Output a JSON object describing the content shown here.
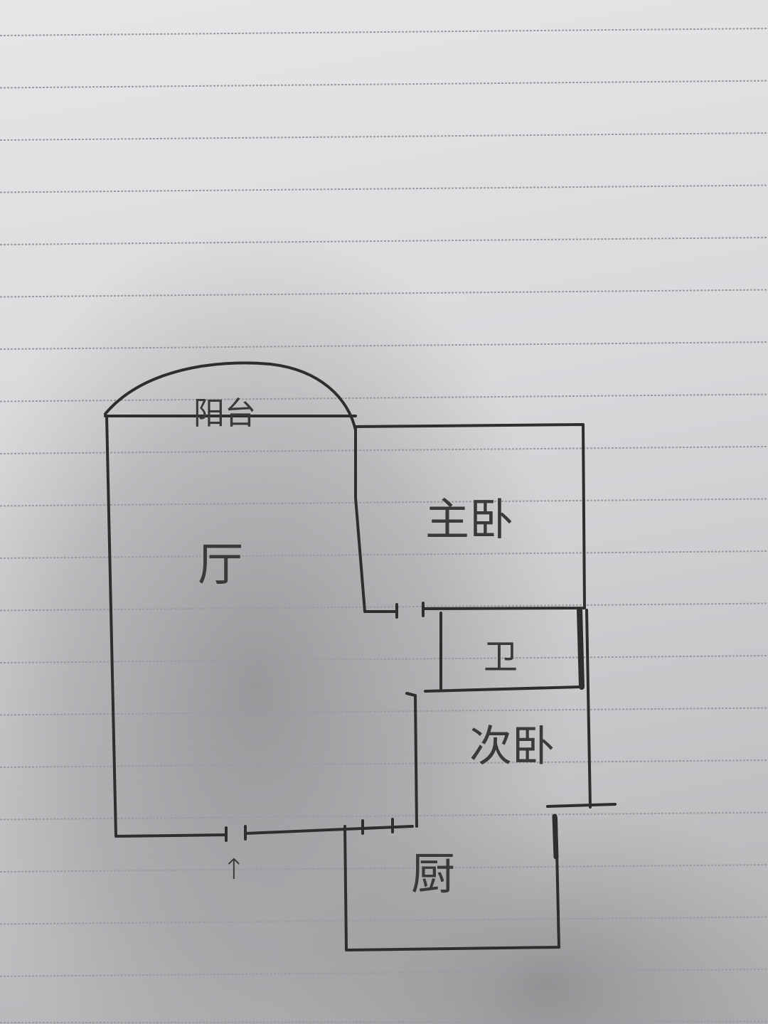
{
  "diagram": {
    "type": "hand-drawn floor plan on lined paper",
    "rooms": {
      "balcony": "阳台",
      "living_room": "厅",
      "master_bedroom": "主卧",
      "bathroom": "卫",
      "second_bedroom": "次卧",
      "kitchen": "厨"
    },
    "entrance_arrow": "↑"
  },
  "colors": {
    "ink": "#2e2e2e",
    "rule_line": "#9a9aa0",
    "paper": "#dcdcde"
  }
}
